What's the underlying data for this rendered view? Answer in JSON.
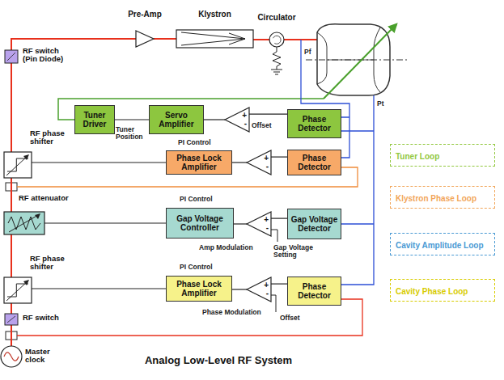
{
  "diagram": {
    "title": "Analog Low-Level RF System",
    "nodes": [
      {
        "text": [
          "Pre-Amp"
        ]
      },
      {
        "text": [
          "Klystron"
        ]
      },
      {
        "text": [
          "Circulator"
        ]
      },
      {
        "text": [
          "RF switch (Pin Diode)"
        ]
      },
      {
        "text": [
          "Tuner Driver"
        ]
      },
      {
        "text": [
          "Servo Amplifier"
        ]
      },
      {
        "text": [
          "+",
          "-"
        ]
      },
      {
        "text": [
          "Phase Detector"
        ]
      },
      {
        "text": [
          "RF phase shifter"
        ]
      },
      {
        "text": [
          "Phase Lock Amplifier"
        ]
      },
      {
        "text": [
          "+",
          "-"
        ]
      },
      {
        "text": [
          "Phase Detector"
        ]
      },
      {
        "text": [
          "RF attenuator"
        ]
      },
      {
        "text": [
          "Gap Voltage Controller"
        ]
      },
      {
        "text": [
          "+",
          "-"
        ]
      },
      {
        "text": [
          "Gap Voltage Detector"
        ]
      },
      {
        "text": [
          "RF phase shifter"
        ]
      },
      {
        "text": [
          "Phase Lock Amplifier"
        ]
      },
      {
        "text": [
          "+",
          "-"
        ]
      },
      {
        "text": [
          "Phase Detector"
        ]
      },
      {
        "text": [
          "RF switch"
        ]
      },
      {
        "text": [
          "Master clock"
        ]
      }
    ],
    "edges": [
      {
        "from": 21,
        "to": 20,
        "arrow": "none"
      },
      {
        "from": 20,
        "to": 16,
        "arrow": "none"
      },
      {
        "from": 16,
        "to": 12,
        "arrow": "none"
      },
      {
        "from": 12,
        "to": 8,
        "arrow": "none"
      },
      {
        "from": 8,
        "to": 3,
        "arrow": "none"
      },
      {
        "from": 3,
        "to": 0,
        "arrow": "none"
      },
      {
        "from": 0,
        "to": 1,
        "arrow": "none"
      },
      {
        "from": 1,
        "to": 2,
        "arrow": "none"
      },
      {
        "from": 7,
        "to": 6,
        "arrow": "none"
      },
      {
        "from": 6,
        "to": 5,
        "arrow": "none"
      },
      {
        "from": 5,
        "to": 4,
        "arrow": "none"
      },
      {
        "from": 11,
        "to": 10,
        "arrow": "none"
      },
      {
        "from": 10,
        "to": 9,
        "arrow": "none"
      },
      {
        "from": 9,
        "to": 8,
        "arrow": "none"
      },
      {
        "from": 15,
        "to": 14,
        "arrow": "none"
      },
      {
        "from": 14,
        "to": 13,
        "arrow": "none"
      },
      {
        "from": 13,
        "to": 12,
        "arrow": "none"
      },
      {
        "from": 19,
        "to": 18,
        "arrow": "none"
      },
      {
        "from": 18,
        "to": 17,
        "arrow": "none"
      },
      {
        "from": 17,
        "to": 16,
        "arrow": "none"
      }
    ],
    "labels": [
      "Pf",
      "Pt",
      "Tuner Position",
      "Offset",
      "PI Control",
      "PI Control",
      "PI Control",
      "Amp Modulation",
      "Gap Voltage Setting",
      "Phase Modulation",
      "Offset"
    ],
    "legend": [
      {
        "text": "Tuner Loop",
        "color": "#92c83e"
      },
      {
        "text": "Klystron Phase Loop",
        "color": "#f2a65a"
      },
      {
        "text": "Cavity Amplitude Loop",
        "color": "#4a9ad4"
      },
      {
        "text": "Cavity Phase Loop",
        "color": "#d8cc00"
      }
    ]
  }
}
